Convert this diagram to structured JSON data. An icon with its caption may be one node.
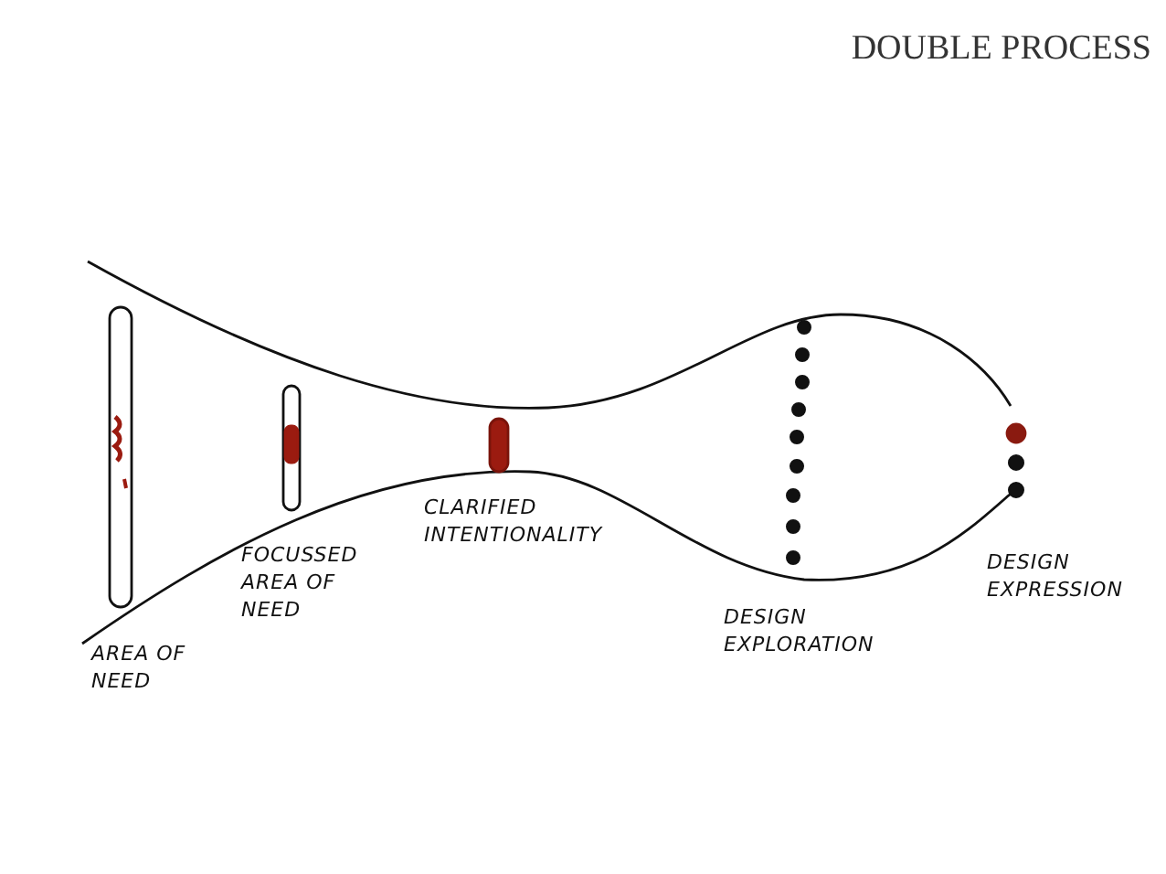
{
  "diagram": {
    "title": "DOUBLE PROCESS",
    "labels": [
      "AREA OF NEED",
      "FOCUSSED AREA OF NEED",
      "CLARIFIED INTENTIONALITY",
      "DESIGN EXPLORATION",
      "DESIGN EXPRESSION"
    ]
  }
}
